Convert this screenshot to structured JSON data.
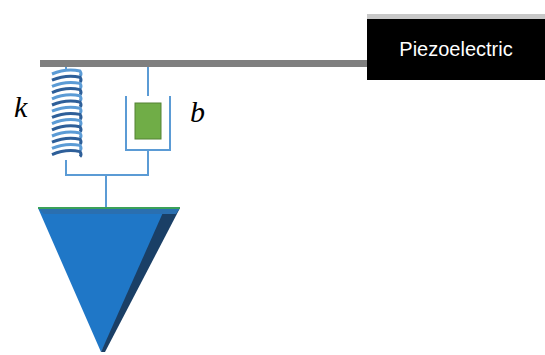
{
  "diagram": {
    "nodes": [
      {
        "text": [
          "Piezoelectric"
        ]
      }
    ],
    "labels": [
      "k",
      "b"
    ]
  }
}
